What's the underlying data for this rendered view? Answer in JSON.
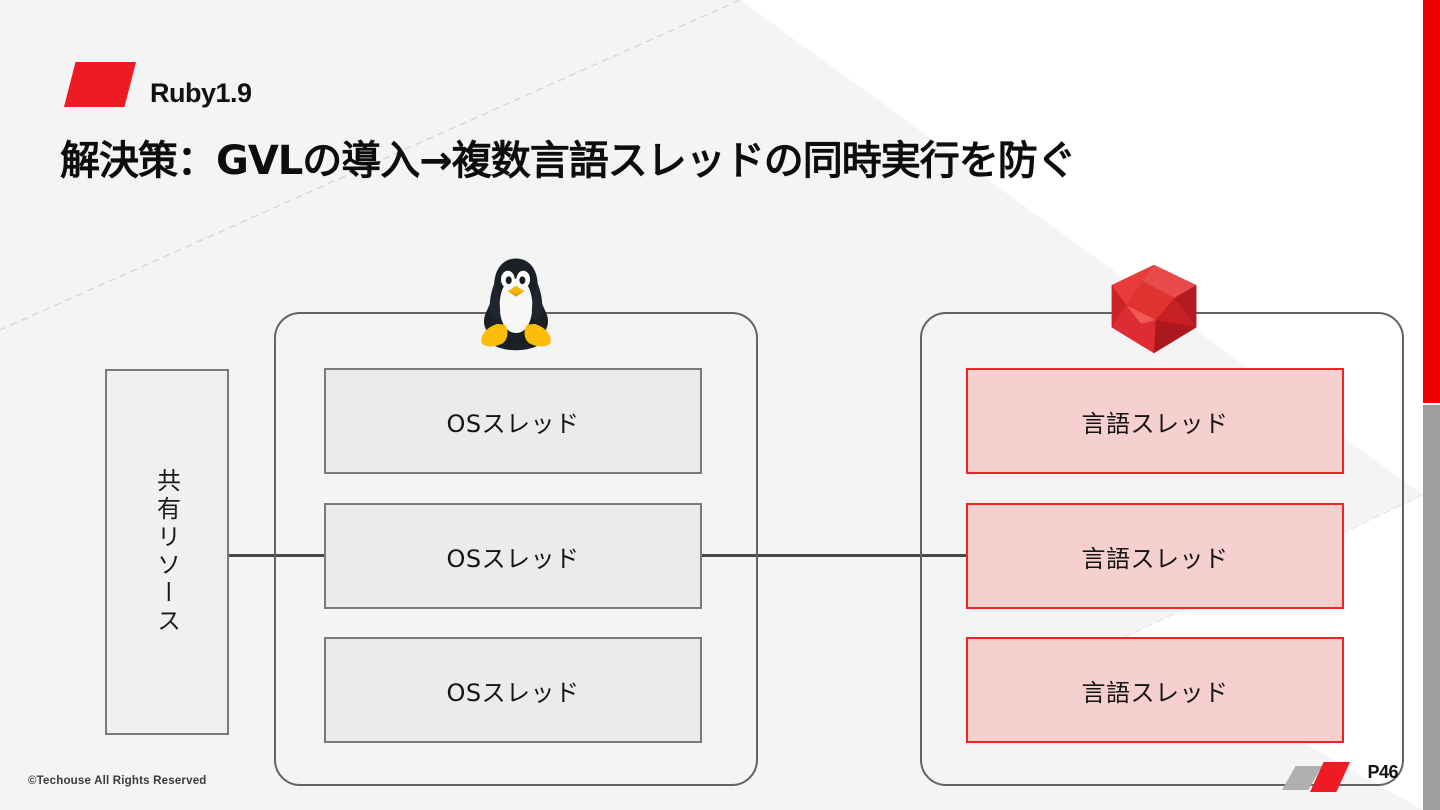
{
  "slide": {
    "eyebrow": "Ruby1.9",
    "title": "解決策：GVLの導入→複数言語スレッドの同時実行を防ぐ",
    "copyright": "©Techouse All Rights Reserved",
    "page_number": "P46"
  },
  "colors": {
    "accent_red": "#ee1b24",
    "edge_red": "#ee0000",
    "edge_gray": "#9e9e9e",
    "thread_os_fill": "#ebebeb",
    "thread_os_border": "#7a7a7a",
    "thread_lang_fill": "#f6cfcf",
    "thread_lang_border": "#ef2424",
    "shared_fill": "#f0f0f0",
    "group_border": "#636363",
    "connector": "#4a4a4a",
    "background": "#ffffff",
    "background_tint": "#f4f4f4"
  },
  "diagram": {
    "shared_resource": {
      "label": "共有リソース",
      "orientation": "vertical"
    },
    "os_group": {
      "icon": "linux-tux-icon",
      "icon_label": "Linux",
      "threads": [
        {
          "label": "OSスレッド"
        },
        {
          "label": "OSスレッド"
        },
        {
          "label": "OSスレッド"
        }
      ]
    },
    "lang_group": {
      "icon": "ruby-gem-icon",
      "icon_label": "Ruby",
      "threads": [
        {
          "label": "言語スレッド"
        },
        {
          "label": "言語スレッド"
        },
        {
          "label": "言語スレッド"
        }
      ]
    },
    "connectors": [
      {
        "name": "shared-to-os",
        "from": "shared_resource",
        "to": "os_group"
      },
      {
        "name": "os-to-lang",
        "from": "os_group",
        "to": "lang_group"
      }
    ]
  }
}
